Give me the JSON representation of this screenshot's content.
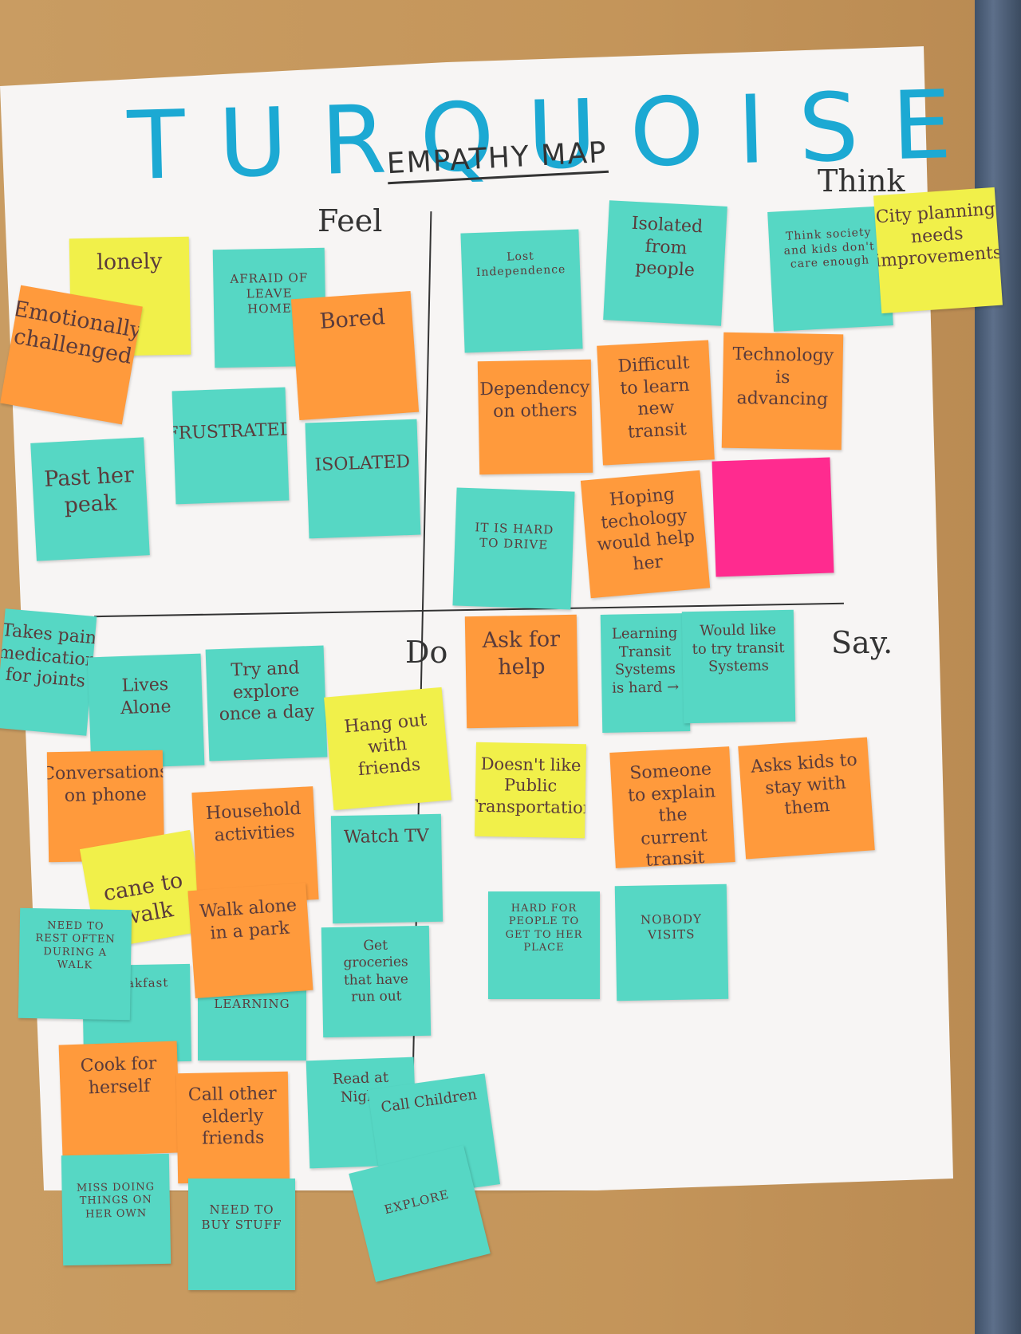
{
  "poster": {
    "title": "TURQUOISE",
    "subtitle": "EMPATHY MAP"
  },
  "quadrants": {
    "feel": "Feel",
    "think": "Think",
    "do": "Do",
    "say": "Say."
  },
  "notes": {
    "lonely": "lonely",
    "afraid": "AFRAID OF LEAVE HOME",
    "emotionally": "Emotionally challenged",
    "bored": "Bored",
    "frustrated": "FRUSTRATED",
    "past_peak": "Past her peak",
    "isolated": "ISOLATED",
    "lost_independence": "Lost Independence",
    "isolated_people": "Isolated from people",
    "think_society": "Think society and kids don't care enough",
    "city_planning": "City planning needs improvements",
    "dependency": "Dependency on others",
    "difficult": "Difficult to learn new transit",
    "technology": "Technology is advancing",
    "hard_drive": "IT IS HARD TO DRIVE",
    "hoping": "Hoping techology would help her",
    "pink_note": "",
    "takes_pain": "Takes pain medication for joints",
    "lives_alone": "Lives Alone",
    "try_explore": "Try and explore once a day",
    "hang_out": "Hang out with friends",
    "ask_help": "Ask for help",
    "learning_transit": "Learning Transit Systems is hard →",
    "would_like": "Would like to try transit Systems",
    "conversations": "Conversations on phone",
    "household": "Household activities",
    "watch_tv": "Watch TV",
    "doesnt_like": "Doesn't like Public Transportation",
    "someone_explain": "Someone to explain the current transit",
    "asks_kids": "Asks kids to stay with them",
    "cane": "cane to walk",
    "walk_park": "Walk alone in a park",
    "need_rest": "NEED TO REST OFTEN DURING A WALK",
    "breakfast": "breakfast",
    "learning": "LEARNING",
    "get_groceries": "Get groceries that have run out",
    "hard_people": "HARD FOR PEOPLE TO GET TO HER PLACE",
    "nobody": "NOBODY VISITS",
    "cook": "Cook for herself",
    "call_elderly": "Call other elderly friends",
    "read_night": "Read at Night",
    "call_children": "Call Children",
    "miss_doing": "MISS DOING THINGS ON HER OWN",
    "need_buy": "NEED TO BUY STUFF",
    "explore": "EXPLORE"
  }
}
